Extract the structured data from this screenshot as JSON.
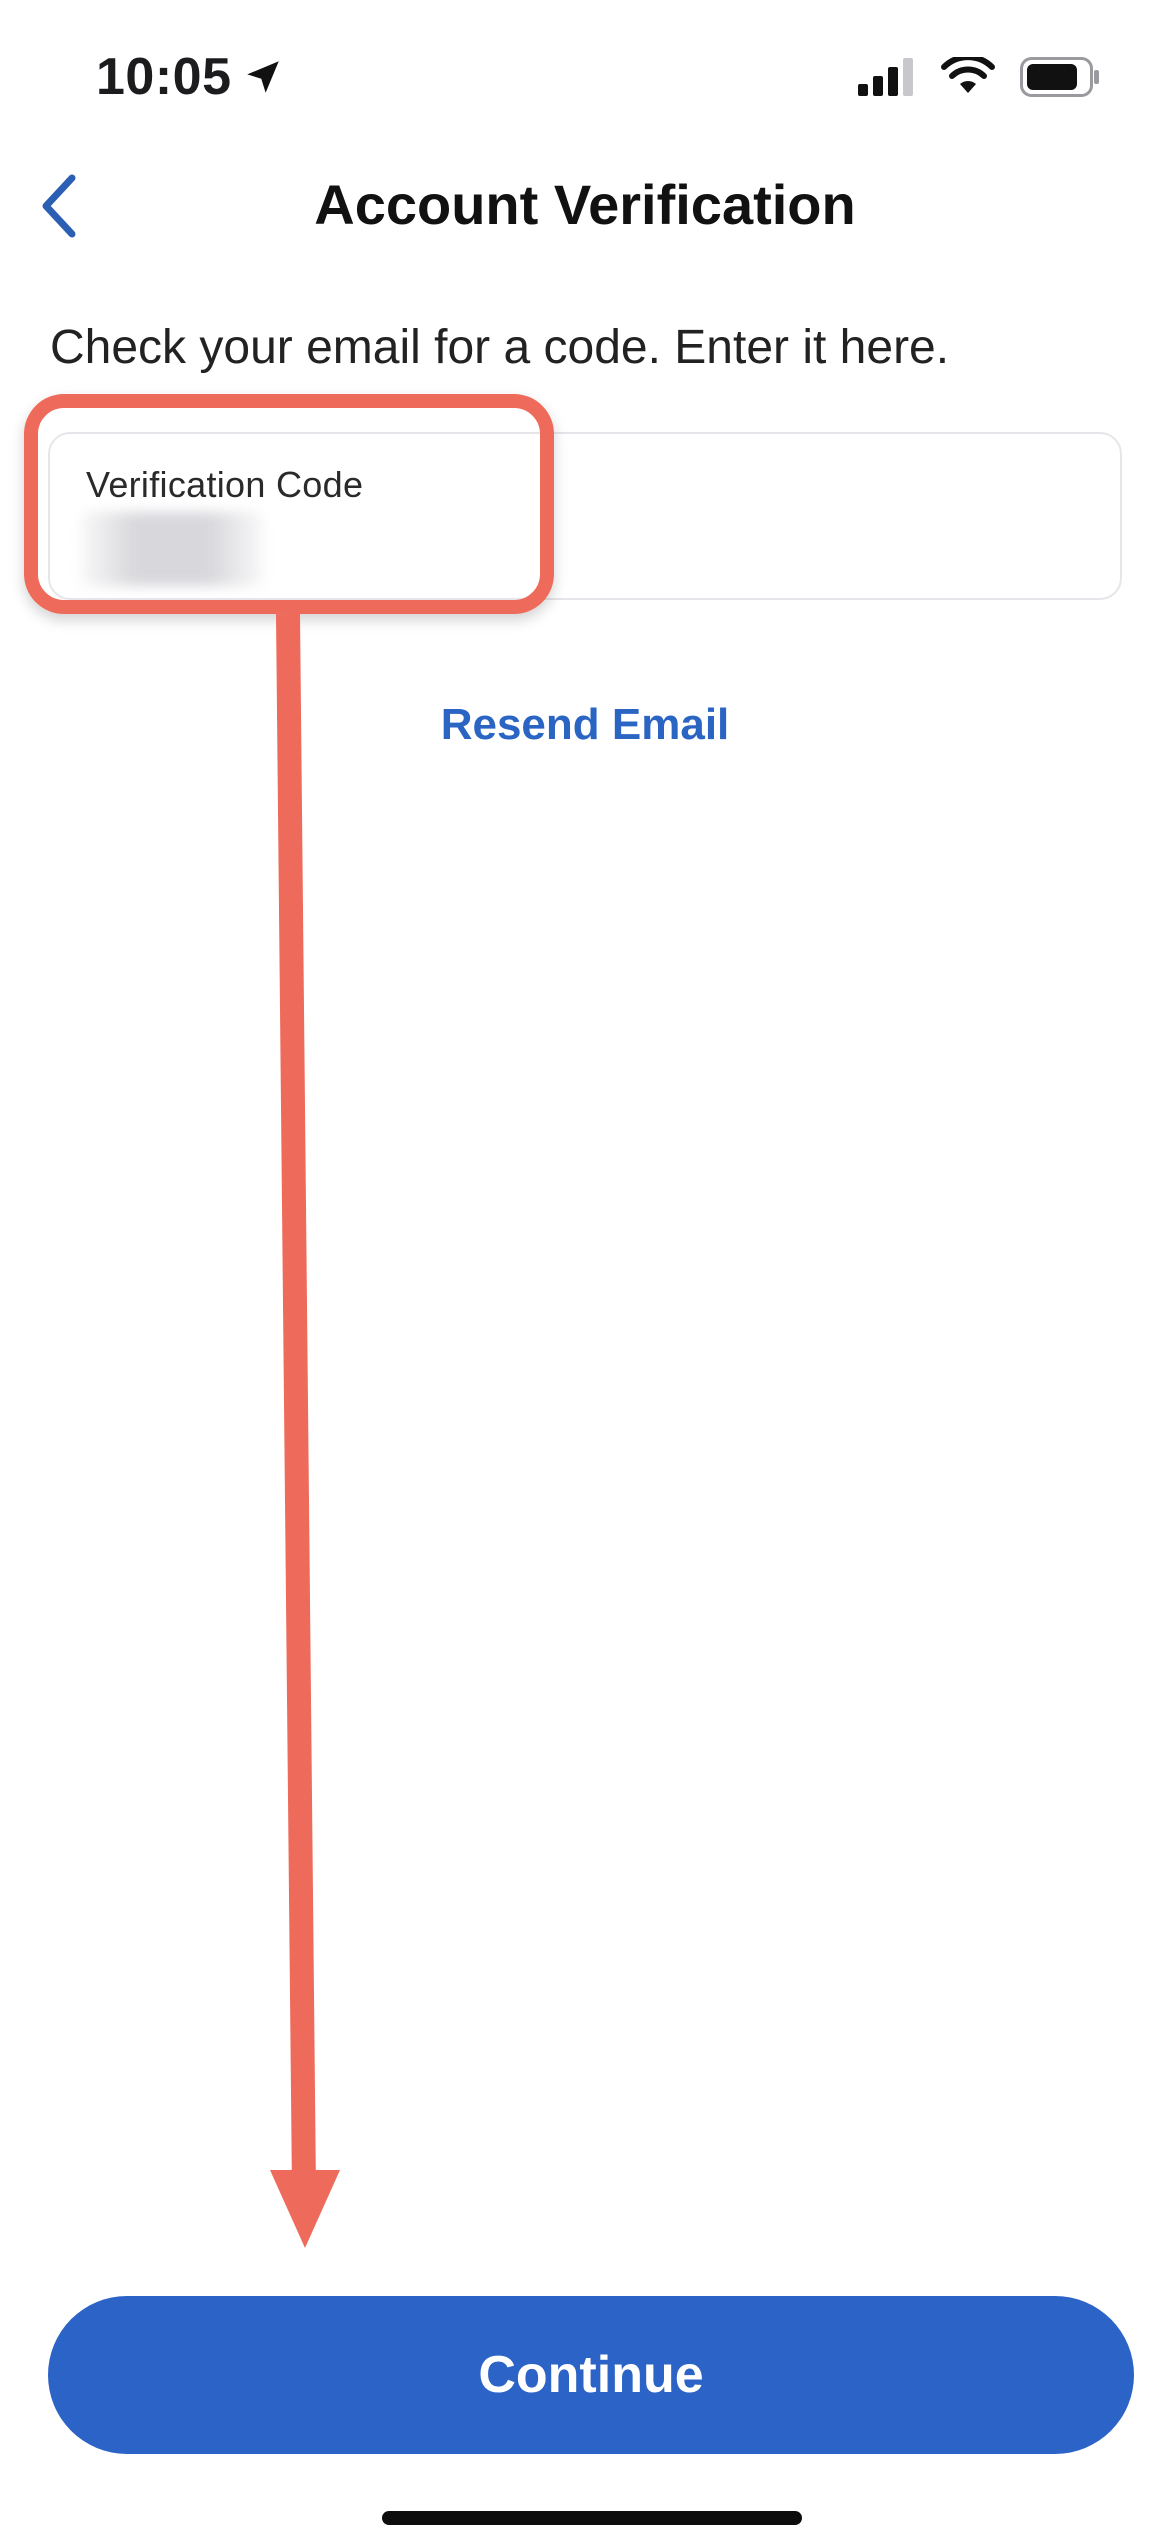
{
  "status_bar": {
    "time": "10:05",
    "icons": [
      "location-arrow-icon",
      "cellular-signal-icon",
      "wifi-icon",
      "battery-icon"
    ]
  },
  "nav": {
    "back_icon": "chevron-left-icon",
    "title": "Account Verification"
  },
  "instruction": "Check your email for a code. Enter it here.",
  "code_field": {
    "label": "Verification Code",
    "value": ""
  },
  "resend_label": "Resend Email",
  "continue_label": "Continue",
  "colors": {
    "accent": "#2b63c6",
    "link": "#2b65c4",
    "annotation": "#ee6a5b"
  }
}
